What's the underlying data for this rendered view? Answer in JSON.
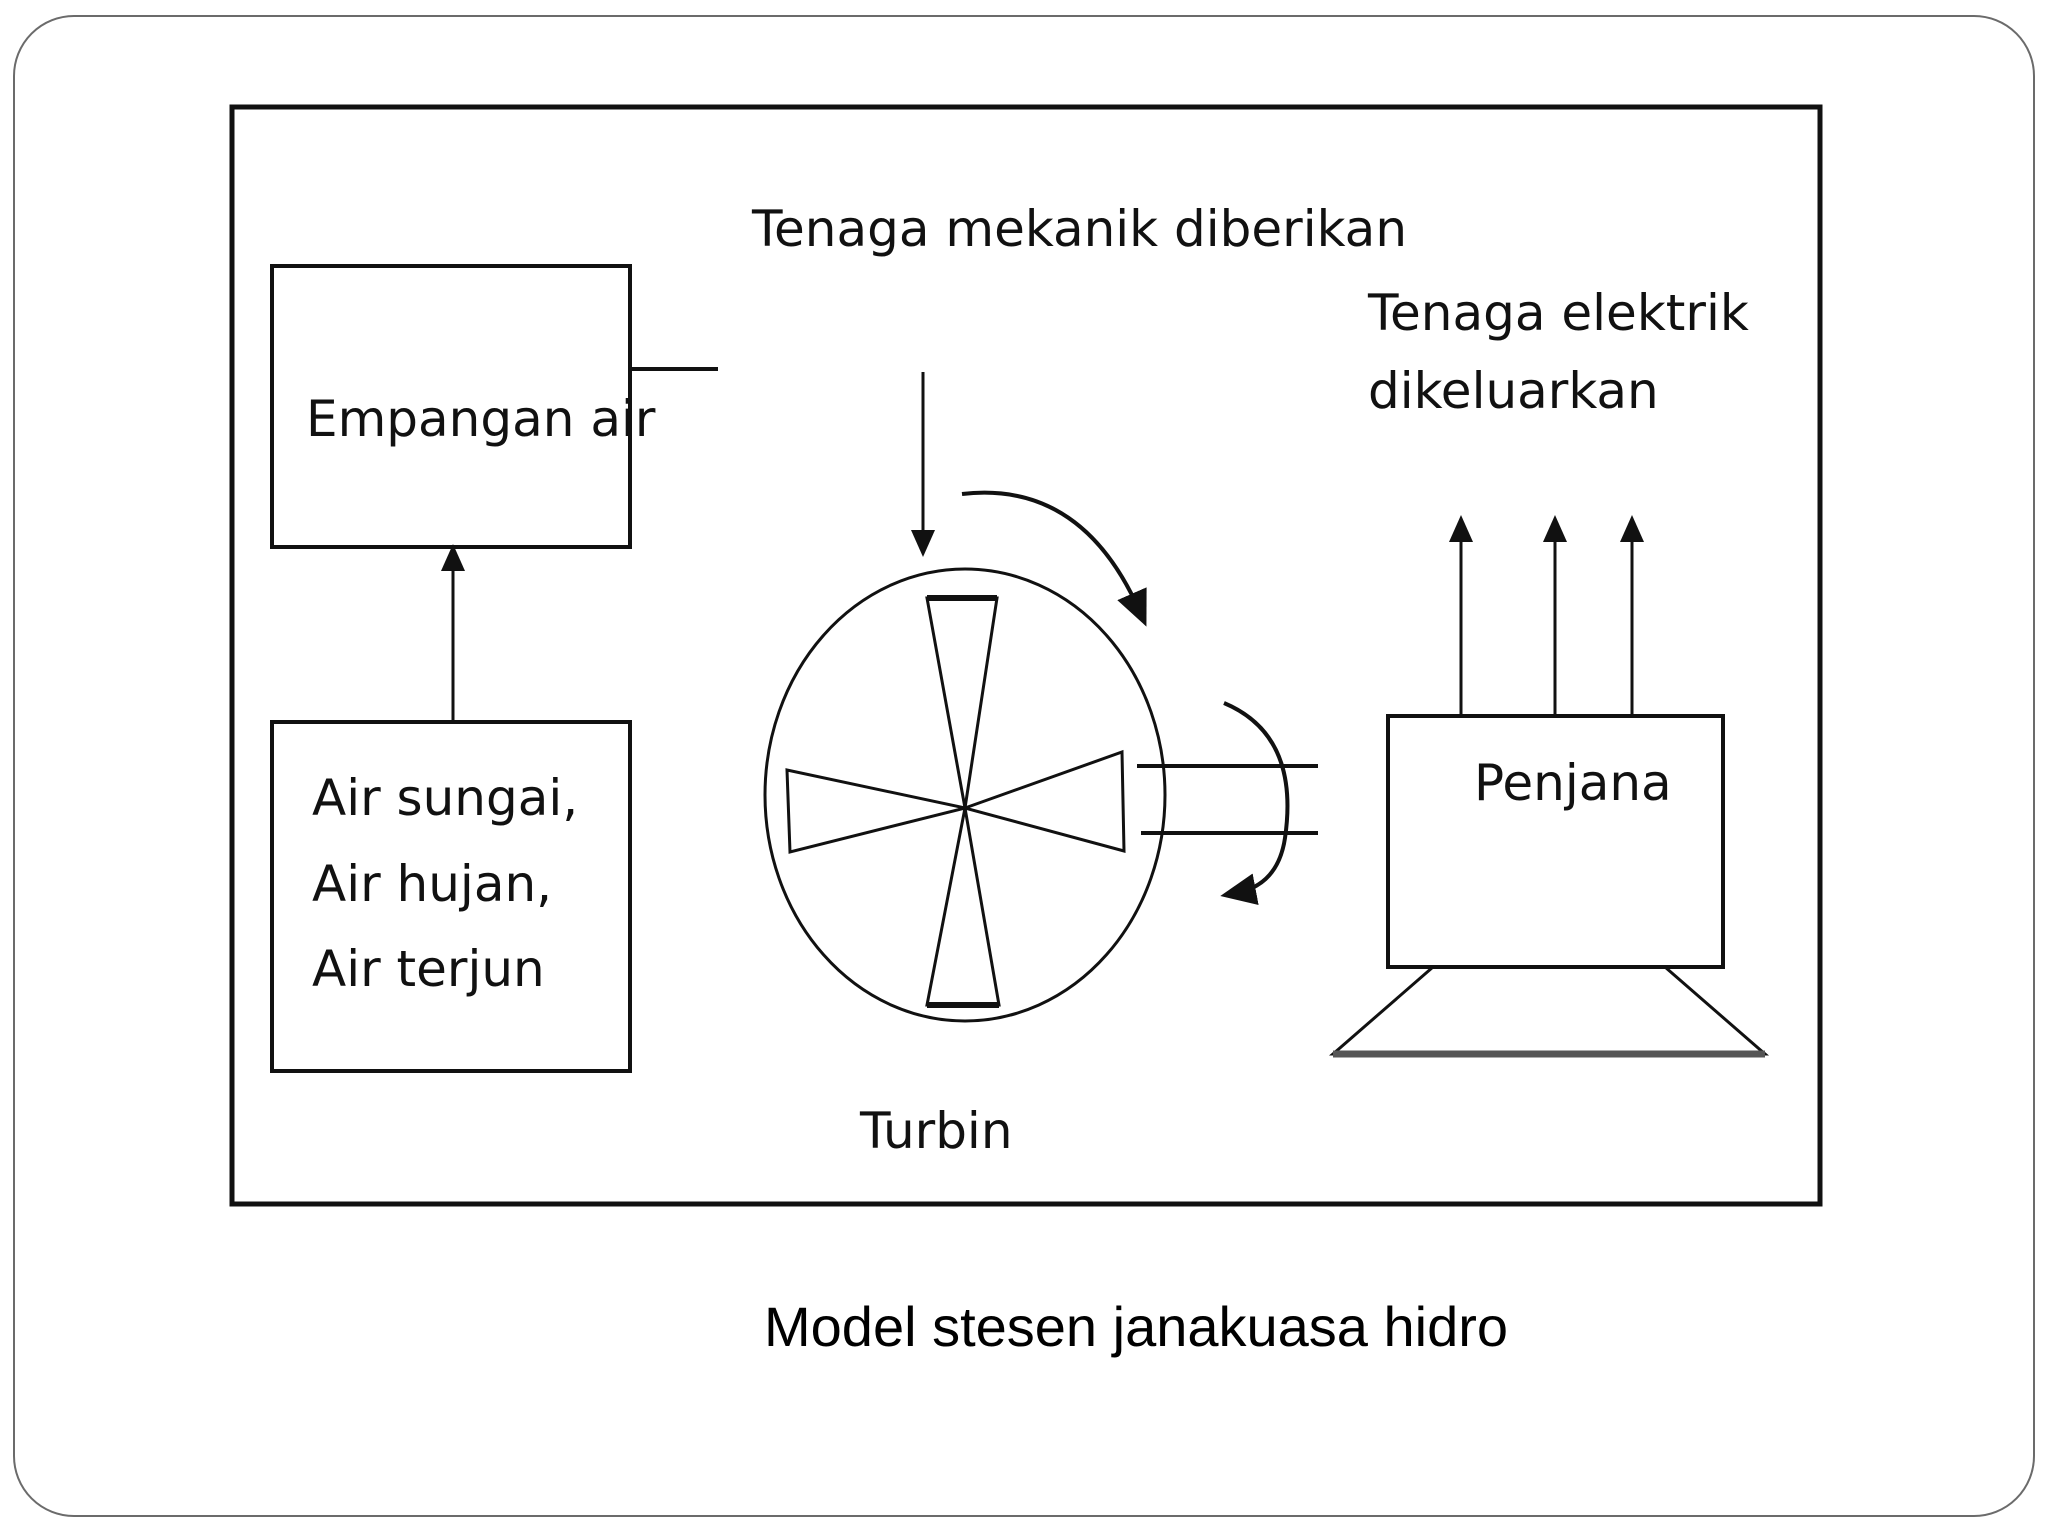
{
  "diagram": {
    "labels": {
      "empangan": "Empangan air",
      "sources": [
        "Air sungai,",
        "Air hujan,",
        "Air terjun"
      ],
      "mechanical": "Tenaga mekanik diberikan",
      "electric": [
        "Tenaga elektrik",
        "dikeluarkan"
      ],
      "generator": "Penjana",
      "turbine": "Turbin"
    },
    "caption": "Model stesen janakuasa hidro"
  },
  "colors": {
    "line": "#111111",
    "frame": "#6b6b6b",
    "background": "#ffffff"
  }
}
